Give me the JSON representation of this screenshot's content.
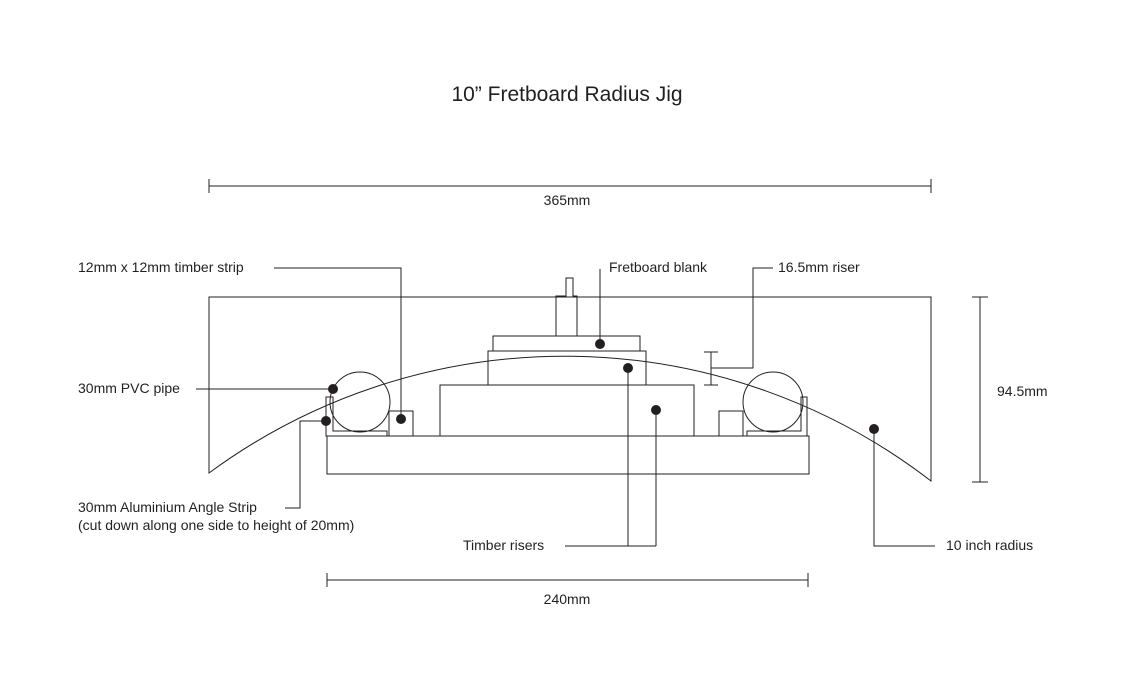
{
  "title": "10” Fretboard Radius Jig",
  "dimensions": {
    "overall_width": "365mm",
    "height": "94.5mm",
    "base_width": "240mm",
    "riser": "16.5mm riser"
  },
  "labels": {
    "timber_strip": "12mm x 12mm timber strip",
    "fretboard_blank": "Fretboard blank",
    "pvc_pipe": "30mm PVC pipe",
    "angle_strip_line1": "30mm Aluminium Angle Strip",
    "angle_strip_line2": "(cut down along one side to height of 20mm)",
    "timber_risers": "Timber risers",
    "radius": "10 inch radius"
  },
  "colors": {
    "ink": "#231f20",
    "background": "#ffffff"
  }
}
